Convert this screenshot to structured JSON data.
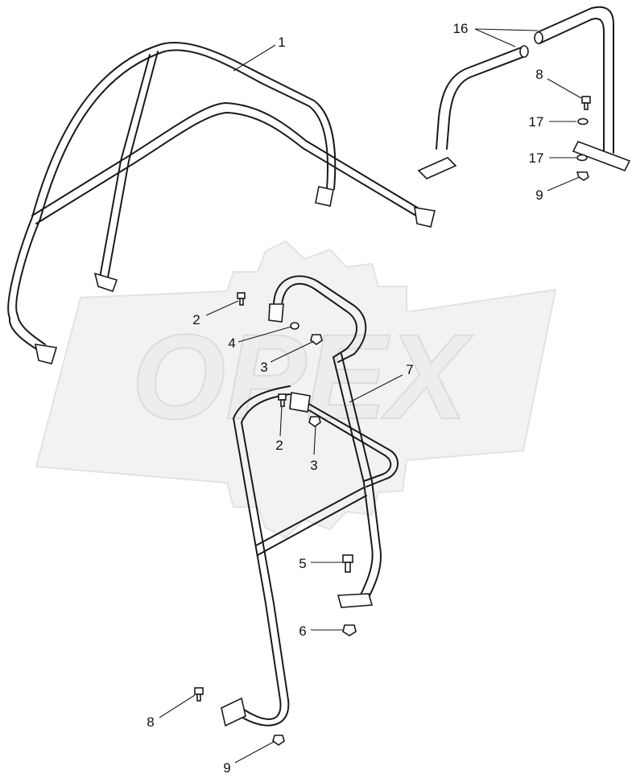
{
  "watermark": {
    "text": "OPEX"
  },
  "corner_code": "",
  "callouts": [
    {
      "id": "c1",
      "label": "1"
    },
    {
      "id": "c16",
      "label": "16"
    },
    {
      "id": "c8a",
      "label": "8"
    },
    {
      "id": "c17a",
      "label": "17"
    },
    {
      "id": "c17b",
      "label": "17"
    },
    {
      "id": "c9a",
      "label": "9"
    },
    {
      "id": "c2a",
      "label": "2"
    },
    {
      "id": "c4",
      "label": "4"
    },
    {
      "id": "c3a",
      "label": "3"
    },
    {
      "id": "c7",
      "label": "7"
    },
    {
      "id": "c2b",
      "label": "2"
    },
    {
      "id": "c3b",
      "label": "3"
    },
    {
      "id": "c5",
      "label": "5"
    },
    {
      "id": "c6",
      "label": "6"
    },
    {
      "id": "c8b",
      "label": "8"
    },
    {
      "id": "c9b",
      "label": "9"
    }
  ]
}
